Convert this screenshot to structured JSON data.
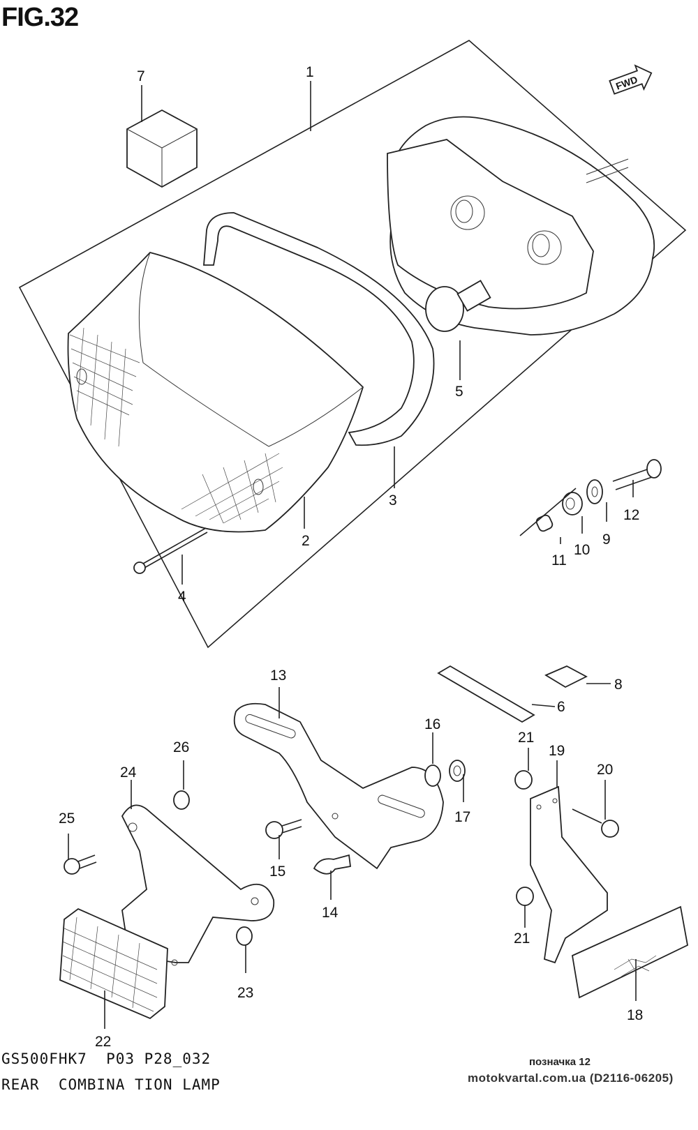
{
  "figure": {
    "title": "FIG.32",
    "fwd_badge": "FWD"
  },
  "callouts": [
    "1",
    "2",
    "3",
    "4",
    "5",
    "6",
    "7",
    "8",
    "9",
    "10",
    "11",
    "12",
    "13",
    "14",
    "15",
    "16",
    "17",
    "18",
    "19",
    "20",
    "21",
    "22",
    "23",
    "24",
    "25",
    "26"
  ],
  "footer": {
    "model_code": "GS500FHK7  P03 P28_032",
    "caption": "REAR  COMBINA TION LAMP",
    "watermark_label": "позначка 12",
    "watermark_site": "motokvartal.com.ua (D2116-06205)"
  }
}
